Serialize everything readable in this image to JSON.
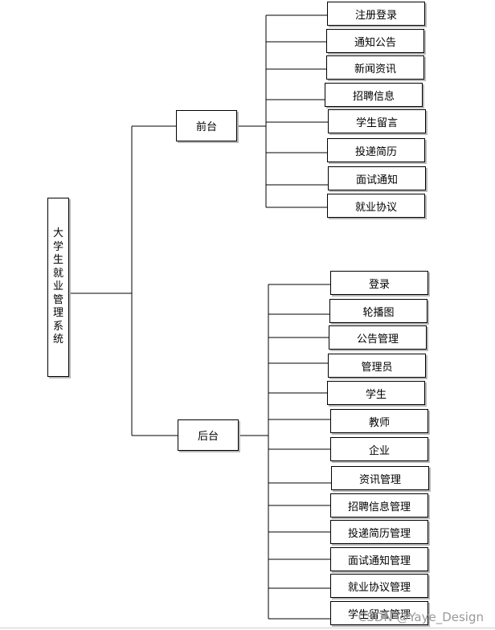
{
  "root": {
    "label": "大学生就业管理系统"
  },
  "front": {
    "label": "前台",
    "items": [
      "注册登录",
      "通知公告",
      "新闻资讯",
      "招聘信息",
      "学生留言",
      "投递简历",
      "面试通知",
      "就业协议"
    ]
  },
  "back": {
    "label": "后台",
    "items": [
      "登录",
      "轮播图",
      "公告管理",
      "管理员",
      "学生",
      "教师",
      "企业",
      "资讯管理",
      "招聘信息管理",
      "投递简历管理",
      "面试通知管理",
      "就业协议管理",
      "学生留言管理"
    ]
  },
  "watermark": "CSDN @Yaye_Design"
}
